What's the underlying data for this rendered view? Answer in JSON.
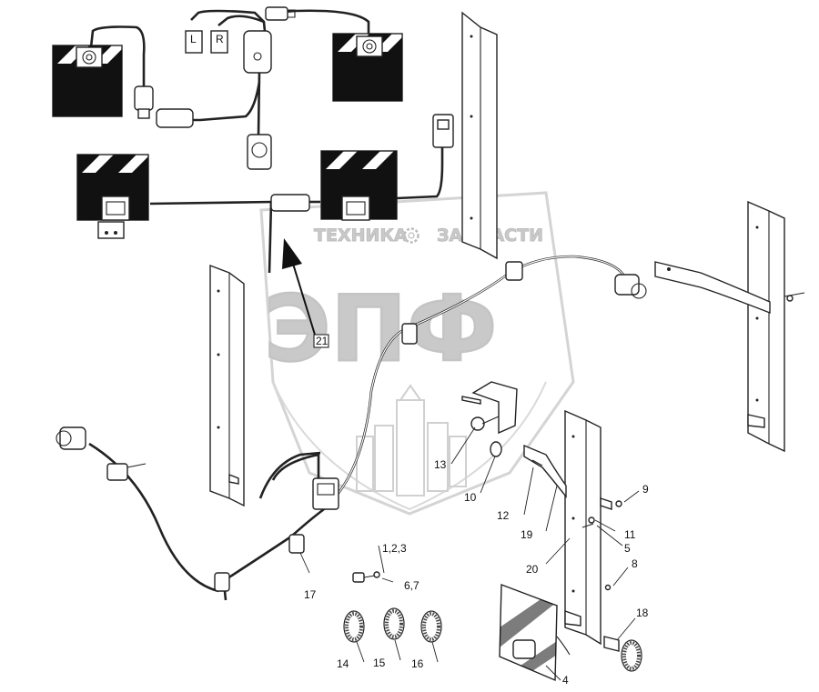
{
  "watermark": {
    "brand_left": "ТЕХНИКА",
    "brand_right": "ЗАПЧАСТИ",
    "logo": "ЭПФ",
    "colors": {
      "watermark": "#c9c9c9",
      "stripes": "#111111",
      "lines": "#222222"
    }
  },
  "callouts": [
    {
      "id": "c1",
      "text": "1,2,3"
    },
    {
      "id": "c4",
      "text": "4"
    },
    {
      "id": "c5",
      "text": "5"
    },
    {
      "id": "c67",
      "text": "6,7"
    },
    {
      "id": "c8",
      "text": "8"
    },
    {
      "id": "c9",
      "text": "9"
    },
    {
      "id": "c10",
      "text": "10"
    },
    {
      "id": "c11",
      "text": "11"
    },
    {
      "id": "c12",
      "text": "12"
    },
    {
      "id": "c13",
      "text": "13"
    },
    {
      "id": "c14",
      "text": "14"
    },
    {
      "id": "c15",
      "text": "15"
    },
    {
      "id": "c16",
      "text": "16"
    },
    {
      "id": "c17",
      "text": "17"
    },
    {
      "id": "c18",
      "text": "18"
    },
    {
      "id": "c19",
      "text": "19"
    },
    {
      "id": "c20",
      "text": "20"
    },
    {
      "id": "c21",
      "text": "21"
    }
  ],
  "icons": [
    "gear-icon",
    "warning-panel-icon",
    "connector-plug-icon",
    "reflector-icon"
  ]
}
